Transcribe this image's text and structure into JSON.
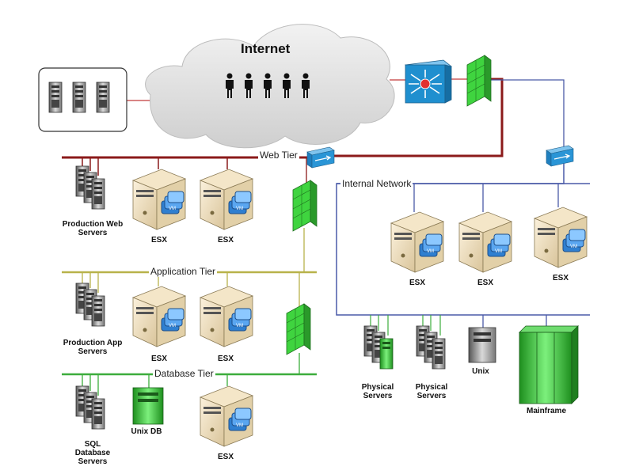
{
  "title": "Internet",
  "tiers": {
    "web": "Web Tier",
    "application": "Application Tier",
    "database": "Database Tier",
    "internal": "Internal Network"
  },
  "labels": {
    "production_web": "Production Web Servers",
    "production_app": "Production App Servers",
    "sql_db": "SQL Database Servers",
    "unix_db": "Unix DB",
    "esx": "ESX",
    "physical": "Physical Servers",
    "unix": "Unix",
    "mainframe": "Mainframe"
  },
  "colors": {
    "web_line": "#8b1a1a",
    "app_line": "#b8b24a",
    "db_line": "#3cad3c",
    "internal_line": "#4a5aa8",
    "firewall": "#3fd43f",
    "switch": "#1f8fcf"
  },
  "icons": [
    "server-rack-icon",
    "esx-host-icon",
    "firewall-icon",
    "core-switch-icon",
    "vpn-switch-icon",
    "user-icon",
    "cloud-icon",
    "mainframe-icon"
  ]
}
